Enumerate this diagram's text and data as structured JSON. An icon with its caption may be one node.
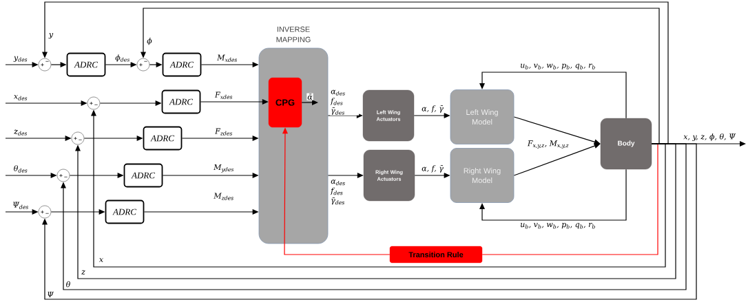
{
  "diagram": {
    "nodes": [
      {
        "text": [
          "+",
          "−"
        ]
      },
      {
        "text": [
          "ADRC"
        ]
      },
      {
        "text": [
          "+",
          "−"
        ]
      },
      {
        "text": [
          "ADRC"
        ]
      },
      {
        "text": [
          "+",
          "−"
        ]
      },
      {
        "text": [
          "ADRC"
        ]
      },
      {
        "text": [
          "+",
          "−"
        ]
      },
      {
        "text": [
          "ADRC"
        ]
      },
      {
        "text": [
          "+",
          "−"
        ]
      },
      {
        "text": [
          "ADRC"
        ]
      },
      {
        "text": [
          "+",
          "−"
        ]
      },
      {
        "text": [
          "ADRC"
        ]
      },
      {
        "text": [
          "INVERSE MAPPING"
        ]
      },
      {
        "text": [
          "CPG"
        ],
        "in": 12
      },
      {
        "text": [
          "Left Wing Actuators"
        ]
      },
      {
        "text": [
          "Right Wing Actuators"
        ]
      },
      {
        "text": [
          "Left Wing Model"
        ]
      },
      {
        "text": [
          "Right Wing Model"
        ]
      },
      {
        "text": [
          "Body"
        ]
      },
      {
        "text": [
          "Transition Rule"
        ]
      }
    ],
    "edges": [
      {
        "from": null,
        "to": 0,
        "arrow": "to",
        "label": "y$_{des}$"
      },
      {
        "from": 0,
        "to": 1,
        "arrow": "to"
      },
      {
        "from": 1,
        "to": 2,
        "arrow": "to",
        "label": "ϕ$_{des}$"
      },
      {
        "from": 2,
        "to": 3,
        "arrow": "to"
      },
      {
        "from": 3,
        "to": 12,
        "arrow": "to",
        "label": "M$_{xdes}$"
      },
      {
        "from": null,
        "to": 4,
        "arrow": "to",
        "label": "x$_{des}$"
      },
      {
        "from": 4,
        "to": 5,
        "arrow": "to"
      },
      {
        "from": 5,
        "to": 13,
        "arrow": "to",
        "label": "F$_{xdes}$"
      },
      {
        "from": null,
        "to": 6,
        "arrow": "to",
        "label": "z$_{des}$"
      },
      {
        "from": 6,
        "to": 7,
        "arrow": "to"
      },
      {
        "from": 7,
        "to": 12,
        "arrow": "to",
        "label": "F$_{zdes}$"
      },
      {
        "from": null,
        "to": 8,
        "arrow": "to",
        "label": "θ$_{des}$"
      },
      {
        "from": 8,
        "to": 9,
        "arrow": "to"
      },
      {
        "from": 9,
        "to": 12,
        "arrow": "to",
        "label": "M$_{ydes}$"
      },
      {
        "from": null,
        "to": 10,
        "arrow": "to",
        "label": "Ψ$_{des}$"
      },
      {
        "from": 10,
        "to": 11,
        "arrow": "to"
      },
      {
        "from": 11,
        "to": 12,
        "arrow": "to",
        "label": "M$_{zdes}$"
      },
      {
        "from": 13,
        "to": null,
        "arrow": "to",
        "label": "ᾱ"
      },
      {
        "from": 12,
        "to": 14,
        "arrow": "to",
        "label": "α$_{des}$ f$_{des}$ γ̄$_{des}$"
      },
      {
        "from": 12,
        "to": 15,
        "arrow": "to",
        "label": "α$_{des}$ f$_{des}$ γ̄$_{des}$"
      },
      {
        "from": 14,
        "to": 16,
        "arrow": "to",
        "label": "α, f, γ̄"
      },
      {
        "from": 15,
        "to": 17,
        "arrow": "to",
        "label": "α, f, γ̄"
      },
      {
        "from": 16,
        "to": 18,
        "arrow": "to",
        "label": "F$_{x,y,z}$, M$_{x,y,z}$"
      },
      {
        "from": 17,
        "to": 18,
        "arrow": "to"
      },
      {
        "from": 18,
        "to": 16,
        "arrow": "to",
        "label": "u$_{b}$, v$_{b}$, w$_{b}$, p$_{b}$, q$_{b}$, r$_{b}$"
      },
      {
        "from": 18,
        "to": 17,
        "arrow": "to",
        "label": "u$_{b}$, v$_{b}$, w$_{b}$, p$_{b}$, q$_{b}$, r$_{b}$"
      },
      {
        "from": 18,
        "to": null,
        "arrow": "to",
        "label": "x, y, z, ϕ, θ, Ψ"
      },
      {
        "from": 18,
        "to": 19,
        "arrow": "none",
        "color": "#ff0000"
      },
      {
        "from": 19,
        "to": 13,
        "arrow": "to",
        "color": "#ff0000"
      },
      {
        "from": 18,
        "to": 0,
        "arrow": "to",
        "label": "y"
      },
      {
        "from": 18,
        "to": 2,
        "arrow": "to",
        "label": "ϕ"
      },
      {
        "from": 18,
        "to": 4,
        "arrow": "to",
        "label": "x"
      },
      {
        "from": 18,
        "to": 6,
        "arrow": "to",
        "label": "z"
      },
      {
        "from": 18,
        "to": 8,
        "arrow": "to",
        "label": "θ"
      },
      {
        "from": 18,
        "to": 10,
        "arrow": "to",
        "label": "Ψ"
      }
    ]
  }
}
